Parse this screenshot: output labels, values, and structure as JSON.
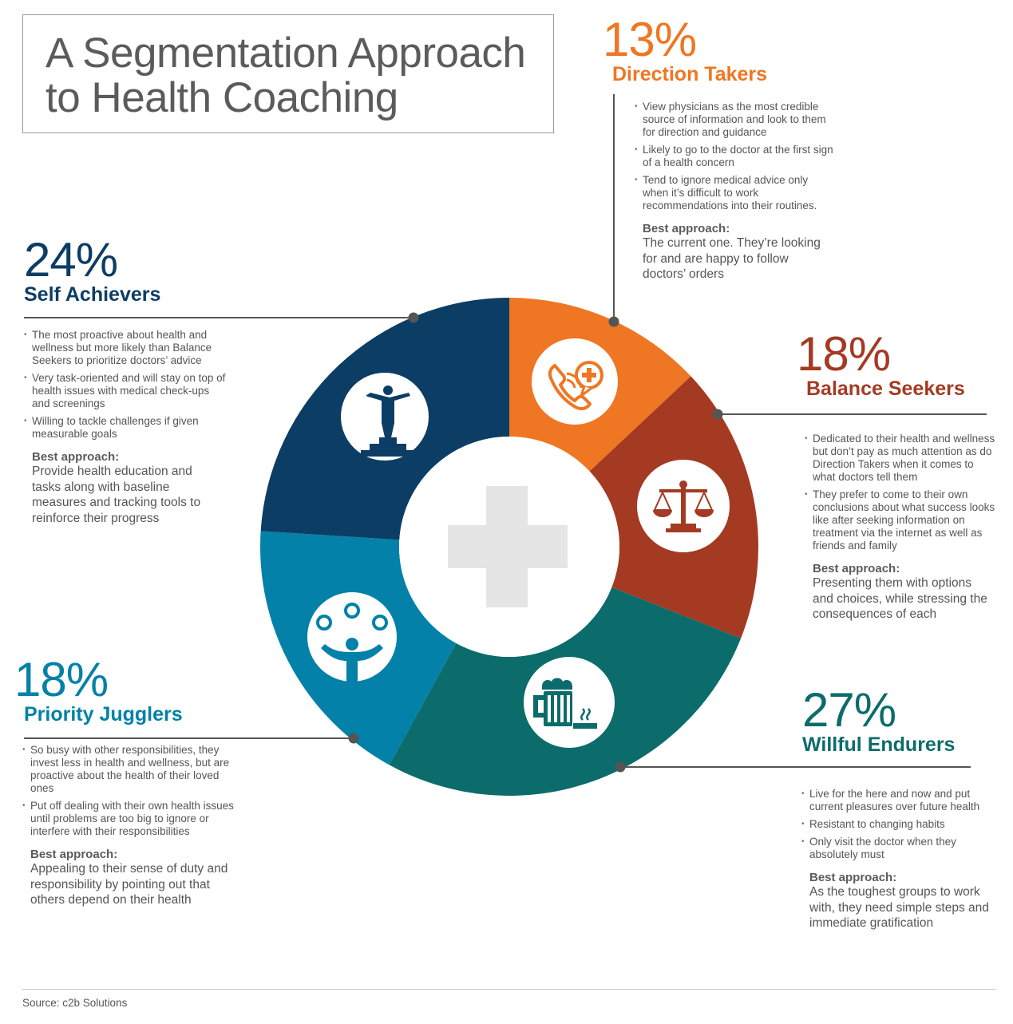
{
  "title": "A Segmentation Approach to Health Coaching",
  "source": "Source: c2b Solutions",
  "colors": {
    "direction_takers": "#ef7622",
    "balance_seekers": "#a43a22",
    "willful_endurers": "#0b6c6b",
    "priority_jugglers": "#0381a8",
    "self_achievers": "#0c3d64",
    "center_cross": "#e6e5e6",
    "text": "#555555"
  },
  "chart_data": {
    "type": "pie",
    "title": "A Segmentation Approach to Health Coaching",
    "categories": [
      "Direction Takers",
      "Balance Seekers",
      "Willful Endurers",
      "Priority Jugglers",
      "Self Achievers"
    ],
    "values": [
      13,
      18,
      27,
      18,
      24
    ],
    "unit": "%",
    "donut": true,
    "icons": [
      "phone-medical-icon",
      "scales-icon",
      "beer-cigarette-icon",
      "juggler-icon",
      "podium-icon"
    ]
  },
  "segments": {
    "direction_takers": {
      "pct": "13%",
      "name": "Direction Takers",
      "bullets": [
        "View physicians as the most credible source of information and look to them for direction and guidance",
        "Likely to go to the doctor at the first sign of a health concern",
        "Tend to ignore medical advice only when it’s difficult to work recommendations into their routines."
      ],
      "best_label": "Best approach:",
      "best_text": "The current one. They’re looking for and are happy to follow doctors’ orders"
    },
    "balance_seekers": {
      "pct": "18%",
      "name": "Balance Seekers",
      "bullets": [
        "Dedicated to their health and wellness but don’t pay as much attention as do Direction Takers when it comes to what doctors tell them",
        "They prefer to come to their own conclusions about what success looks like after seeking information on treatment via the internet as well as friends and family"
      ],
      "best_label": "Best approach:",
      "best_text": "Presenting them with options and choices, while stressing the consequences of each"
    },
    "willful_endurers": {
      "pct": "27%",
      "name": "Willful Endurers",
      "bullets": [
        "Live for the here and now and put current pleasures over future health",
        "Resistant to changing habits",
        "Only visit the doctor when they absolutely must"
      ],
      "best_label": "Best approach:",
      "best_text": "As the toughest groups to work with, they need simple steps and immediate gratification"
    },
    "priority_jugglers": {
      "pct": "18%",
      "name": "Priority Jugglers",
      "bullets": [
        "So busy with other responsibilities, they invest less in health and wellness, but are proactive about the health of their loved ones",
        "Put off dealing with their own health issues until problems are too big to ignore or interfere with their responsibilities"
      ],
      "best_label": "Best approach:",
      "best_text": "Appealing to their sense of duty and responsibility by pointing out that others depend on their health"
    },
    "self_achievers": {
      "pct": "24%",
      "name": "Self Achievers",
      "bullets": [
        "The most proactive about health and wellness but more likely than Balance Seekers to prioritize doctors’ advice",
        "Very task-oriented and will stay on top of health issues with medical check-ups and screenings",
        "Willing to tackle challenges if given measurable goals"
      ],
      "best_label": "Best approach:",
      "best_text": "Provide health education and tasks along with baseline measures and tracking tools to reinforce their progress"
    }
  }
}
